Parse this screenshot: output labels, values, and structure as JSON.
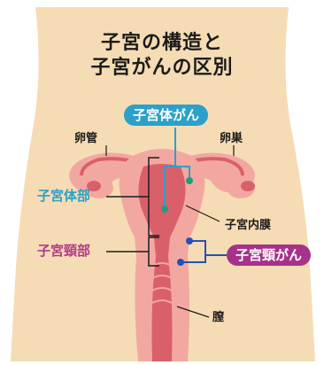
{
  "title": {
    "line1": "子宮の構造と",
    "line2": "子宮がんの区別"
  },
  "labels": {
    "oviduct": "卵管",
    "ovary": "卵巣",
    "uterine_body": "子宮体部",
    "cervix": "子宮頸部",
    "endometrium": "子宮内膜",
    "vagina": "膣",
    "endometrial_cancer": "子宮体がん",
    "cervical_cancer": "子宮頸がん"
  },
  "colors": {
    "background": "#ffffff",
    "body_silhouette": "#f6dcb4",
    "organ_outer": "#f2a8a1",
    "organ_inner": "#d9606a",
    "accent_blue": "#2ca0c8",
    "accent_purple": "#a7328a",
    "accent_pink": "#b03a8a",
    "marker_green": "#1e9e7e",
    "marker_blue": "#2451b5"
  }
}
